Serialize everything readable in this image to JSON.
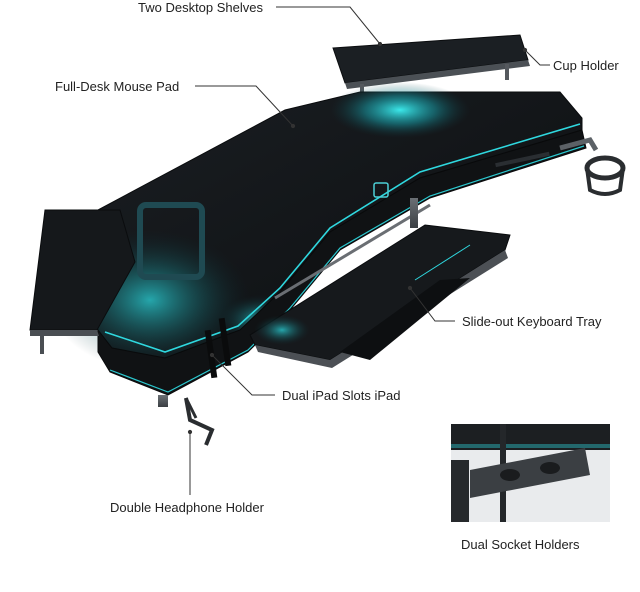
{
  "callouts": {
    "shelves": "Two Desktop Shelves",
    "mouse_pad": "Full-Desk Mouse Pad",
    "cup_holder": "Cup Holder",
    "keyboard_tray": "Slide-out Keyboard Tray",
    "ipad_slots": "Dual iPad Slots iPad",
    "headphone_holder": "Double Headphone Holder",
    "socket_holders": "Dual Socket Holders"
  },
  "colors": {
    "desk_surface": "#14171a",
    "led_glow": "#2fe0e6",
    "frame": "#5a5e63",
    "text": "#222222"
  }
}
